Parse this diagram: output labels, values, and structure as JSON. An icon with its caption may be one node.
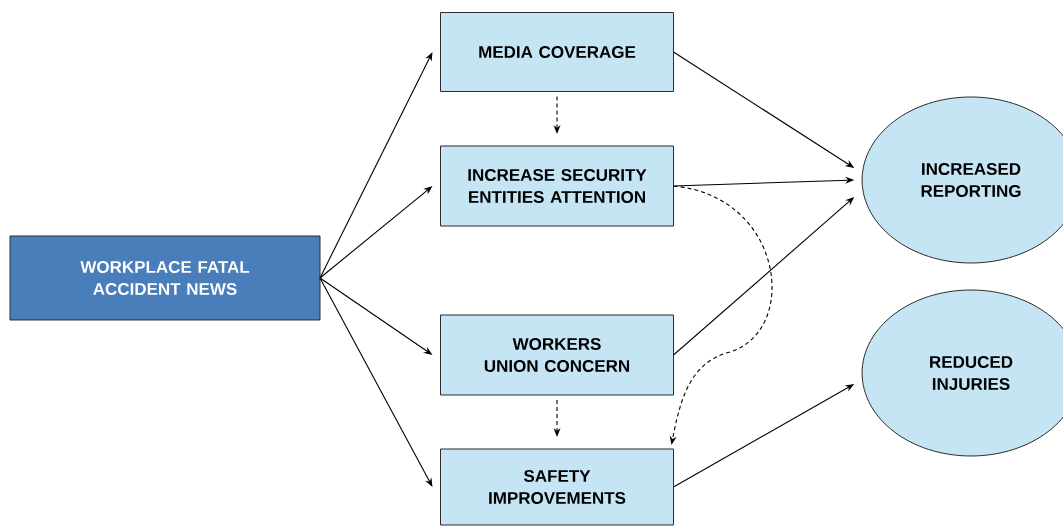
{
  "diagram": {
    "nodes": [
      {
        "text": [
          "WORKPLACE FATAL ACCIDENT NEWS"
        ]
      },
      {
        "text": [
          "MEDIA COVERAGE"
        ]
      },
      {
        "text": [
          "INCREASE SECURITY ENTITIES ATTENTION"
        ]
      },
      {
        "text": [
          "WORKERS UNION CONCERN"
        ]
      },
      {
        "text": [
          "SAFETY IMPROVEMENTS"
        ]
      },
      {
        "text": [
          "INCREASED REPORTING"
        ]
      },
      {
        "text": [
          "REDUCED INJURIES"
        ]
      }
    ],
    "edges": [
      {
        "from": 0,
        "to": 1,
        "arrow": "to"
      },
      {
        "from": 0,
        "to": 2,
        "arrow": "to"
      },
      {
        "from": 0,
        "to": 3,
        "arrow": "to"
      },
      {
        "from": 0,
        "to": 4,
        "arrow": "to"
      },
      {
        "from": 1,
        "to": 5,
        "arrow": "to"
      },
      {
        "from": 2,
        "to": 5,
        "arrow": "to"
      },
      {
        "from": 3,
        "to": 5,
        "arrow": "to"
      },
      {
        "from": 4,
        "to": 6,
        "arrow": "to"
      },
      {
        "from": 1,
        "to": 2,
        "arrow": "to",
        "style": "dashed"
      },
      {
        "from": 3,
        "to": 4,
        "arrow": "to",
        "style": "dashed"
      },
      {
        "from": 2,
        "to": 4,
        "arrow": "to",
        "style": "dashed"
      }
    ]
  }
}
